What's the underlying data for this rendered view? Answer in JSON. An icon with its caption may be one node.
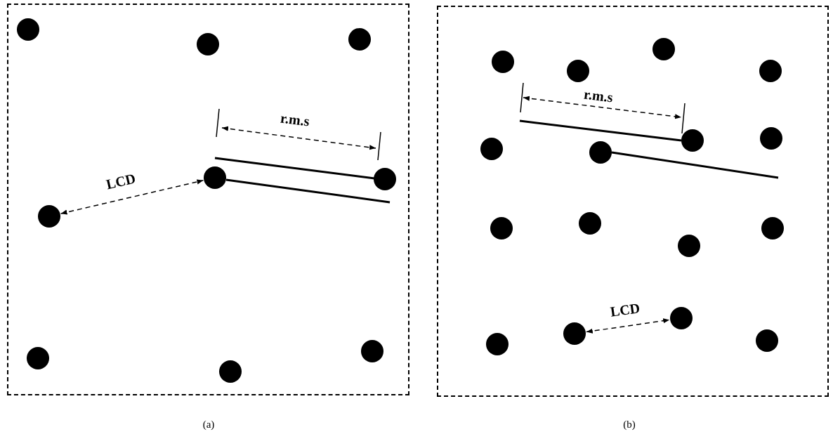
{
  "diagram": {
    "nodes": [
      {
        "text": [],
        "shape": "box",
        "beside": [
          "(a)"
        ]
      },
      {
        "text": [],
        "shape": "circle",
        "in": 0
      },
      {
        "text": [],
        "shape": "circle",
        "in": 0
      },
      {
        "text": [],
        "shape": "circle",
        "in": 0
      },
      {
        "text": [],
        "shape": "circle",
        "in": 0
      },
      {
        "text": [],
        "shape": "circle",
        "in": 0
      },
      {
        "text": [],
        "shape": "circle",
        "in": 0
      },
      {
        "text": [],
        "shape": "circle",
        "in": 0
      },
      {
        "text": [],
        "shape": "circle",
        "in": 0
      },
      {
        "text": [],
        "shape": "circle",
        "in": 0
      },
      {
        "text": [],
        "shape": "box",
        "beside": [
          "(b)"
        ]
      },
      {
        "text": [],
        "shape": "circle",
        "in": 10
      },
      {
        "text": [],
        "shape": "circle",
        "in": 10
      },
      {
        "text": [],
        "shape": "circle",
        "in": 10
      },
      {
        "text": [],
        "shape": "circle",
        "in": 10
      },
      {
        "text": [],
        "shape": "circle",
        "in": 10
      },
      {
        "text": [],
        "shape": "circle",
        "in": 10
      },
      {
        "text": [],
        "shape": "circle",
        "in": 10
      },
      {
        "text": [],
        "shape": "circle",
        "in": 10
      },
      {
        "text": [],
        "shape": "circle",
        "in": 10
      },
      {
        "text": [],
        "shape": "circle",
        "in": 10
      },
      {
        "text": [],
        "shape": "circle",
        "in": 10
      },
      {
        "text": [],
        "shape": "circle",
        "in": 10
      },
      {
        "text": [],
        "shape": "circle",
        "in": 10
      },
      {
        "text": [],
        "shape": "circle",
        "in": 10
      },
      {
        "text": [],
        "shape": "circle",
        "in": 10
      },
      {
        "text": [],
        "shape": "circle",
        "in": 10
      }
    ],
    "edges": [
      {
        "from": 6,
        "to": 4,
        "arrow": "both",
        "style": "dashed",
        "label": "LCD"
      },
      {
        "from": 24,
        "to": 25,
        "arrow": "both",
        "style": "dashed",
        "label": "LCD"
      }
    ],
    "labels": [
      "r.m.s",
      "r.m.s"
    ]
  }
}
